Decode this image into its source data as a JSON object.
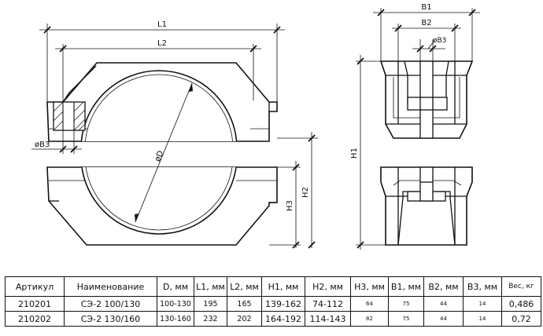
{
  "labels": {
    "l1": "L1",
    "l2": "L2",
    "b1": "B1",
    "b2": "B2",
    "b3_top": "øB3",
    "b3_left": "øB3",
    "d": "øD",
    "h1": "H1",
    "h2": "H2",
    "h3": "H3"
  },
  "table": {
    "headers": [
      "Артикул",
      "Наименование",
      "D, мм",
      "L1, мм",
      "L2, мм",
      "H1, мм",
      "H2, мм",
      "H3, мм",
      "B1, мм",
      "B2, мм",
      "B3, мм",
      "Вес, кг"
    ],
    "rows": [
      [
        "210201",
        "СЭ-2 100/130",
        "100-130",
        "195",
        "165",
        "139-162",
        "74-112",
        "64",
        "75",
        "44",
        "14",
        "0,486"
      ],
      [
        "210202",
        "СЭ-2 130/160",
        "130-160",
        "232",
        "202",
        "164-192",
        "114-143",
        "82",
        "75",
        "44",
        "14",
        "0,72"
      ]
    ]
  }
}
